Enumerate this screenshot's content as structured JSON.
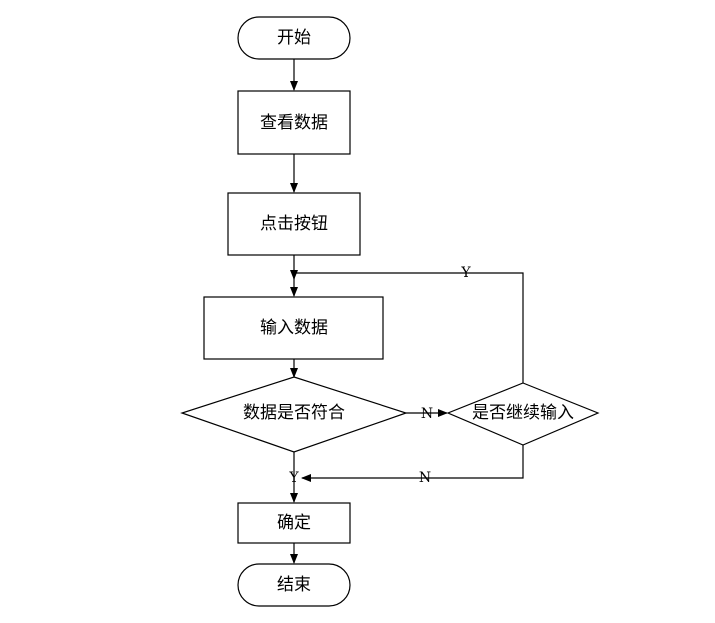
{
  "flowchart": {
    "nodes": {
      "start": "开始",
      "view_data": "查看数据",
      "click_button": "点击按钮",
      "input_data": "输入数据",
      "data_match": "数据是否符合",
      "continue_input": "是否继续输入",
      "confirm": "确定",
      "end": "结束"
    },
    "edges": {
      "match_no": "N",
      "match_yes": "Y",
      "continue_yes": "Y",
      "continue_no": "N"
    }
  }
}
